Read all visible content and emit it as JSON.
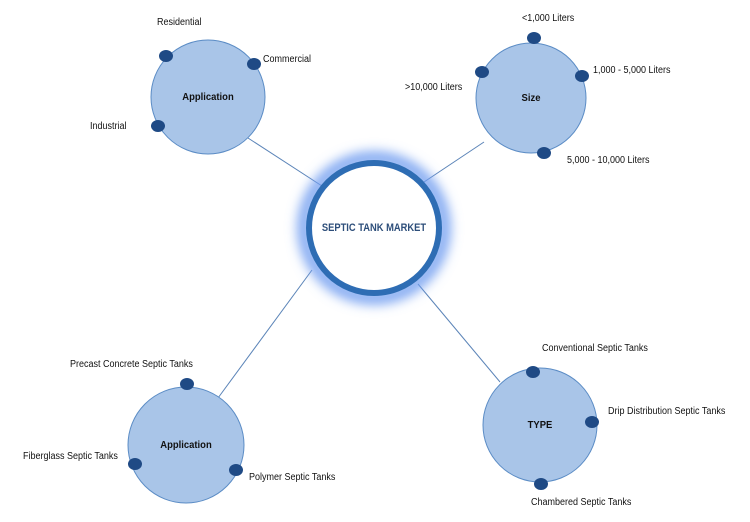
{
  "center": {
    "title": "SEPTIC TANK MARKET"
  },
  "segments": [
    {
      "title": "Application",
      "items": [
        "Residential",
        "Commercial",
        "Industrial"
      ]
    },
    {
      "title": "Size",
      "items": [
        "<1,000 Liters",
        "1,000 - 5,000 Liters",
        ">10,000 Liters",
        "5,000 - 10,000 Liters"
      ]
    },
    {
      "title": "Application",
      "items": [
        "Precast Concrete Septic Tanks",
        "Fiberglass Septic Tanks",
        "Polymer Septic Tanks"
      ]
    },
    {
      "title": "TYPE",
      "items": [
        "Conventional Septic Tanks",
        "Drip Distribution Septic Tanks",
        "Chambered Septic Tanks"
      ]
    }
  ],
  "colors": {
    "center_ring": "#2e6db4",
    "node_fill": "#a9c5e8",
    "node_stroke": "#5b8cc5",
    "dot": "#1f4a85",
    "line": "#5b84b8"
  }
}
